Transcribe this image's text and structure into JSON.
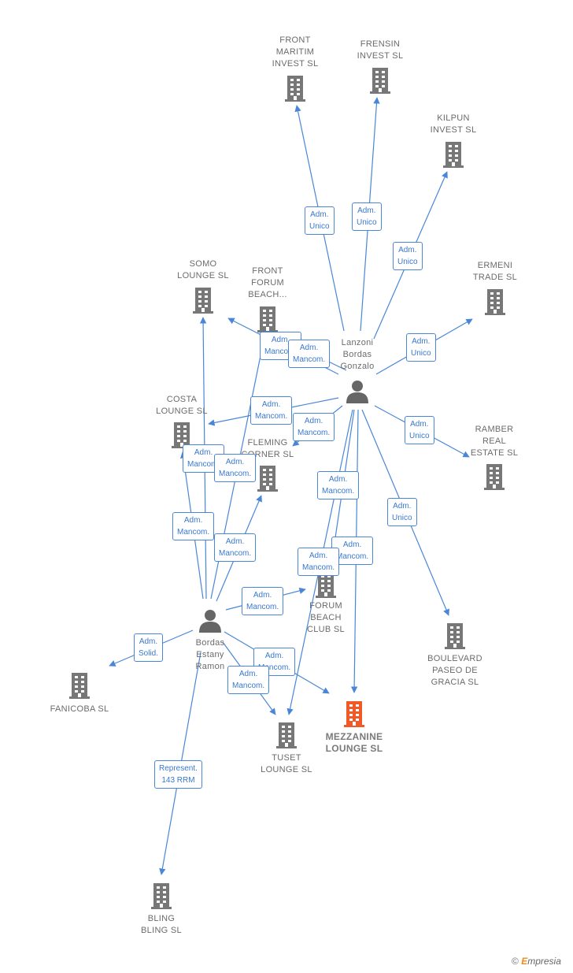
{
  "colors": {
    "edge": "#4a86d8",
    "building": "#777777",
    "building_highlight": "#f05a28",
    "person": "#666666"
  },
  "companies": [
    {
      "id": "front-maritim",
      "label": "FRONT\nMARITIM\nINVEST  SL"
    },
    {
      "id": "frensin",
      "label": "FRENSIN\nINVEST  SL"
    },
    {
      "id": "kilpun",
      "label": "KILPUN\nINVEST  SL"
    },
    {
      "id": "ermeni",
      "label": "ERMENI\nTRADE  SL"
    },
    {
      "id": "somo",
      "label": "SOMO\nLOUNGE  SL"
    },
    {
      "id": "front-forum",
      "label": "FRONT\nFORUM\nBEACH..."
    },
    {
      "id": "costa",
      "label": "COSTA\nLOUNGE  SL"
    },
    {
      "id": "fleming",
      "label": "FLEMING\nCORNER  SL"
    },
    {
      "id": "ramber",
      "label": "RAMBER\nREAL\nESTATE  SL"
    },
    {
      "id": "forum-beach",
      "label": "FORUM\nBEACH\nCLUB  SL"
    },
    {
      "id": "boulevard",
      "label": "BOULEVARD\nPASEO DE\nGRACIA  SL"
    },
    {
      "id": "fanicoba",
      "label": "FANICOBA  SL"
    },
    {
      "id": "tuset",
      "label": "TUSET\nLOUNGE  SL"
    },
    {
      "id": "mezzanine",
      "label": "MEZZANINE\nLOUNGE  SL",
      "highlight": true
    },
    {
      "id": "bling",
      "label": "BLING\nBLING  SL"
    }
  ],
  "persons": [
    {
      "id": "lanzoni",
      "label": "Lanzoni\nBordas\nGonzalo"
    },
    {
      "id": "bordas",
      "label": "Bordas\nEstany\nRamon"
    }
  ],
  "edge_labels": [
    "Adm.\nUnico",
    "Adm.\nUnico",
    "Adm.\nUnico",
    "Adm.\nUnico",
    "Adm.\nUnico",
    "Adm.\nUnico",
    "Adm.\nMancom.",
    "Adm.\nMancom.",
    "Adm.\nMancom.",
    "Adm.\nMancom.",
    "Adm.\nMancom.",
    "Adm.\nMancom.",
    "Adm.\nMancom.",
    "Adm.\nMancom.",
    "Adm.\nMancom.",
    "Adm.\nMancom.",
    "Adm.\nMancom.",
    "Adm.\nMancom.",
    "Adm.\nMancom.",
    "Adm.\nSolid.",
    "Represent.\n143 RRM"
  ],
  "brand": {
    "symbol": "©",
    "e": "E",
    "rest": "mpresia"
  }
}
